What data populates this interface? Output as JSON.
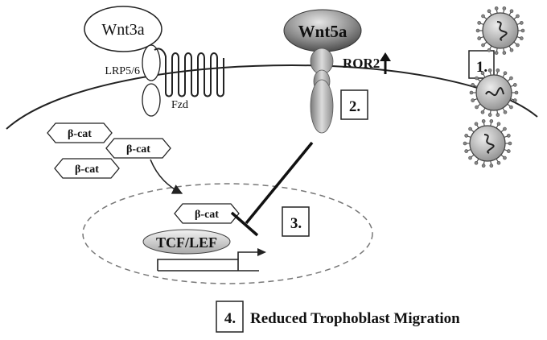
{
  "ligands": {
    "wnt3a": "Wnt3a",
    "wnt5a": "Wnt5a"
  },
  "receptors": {
    "lrp": "LRP5/6",
    "fzd": "Fzd",
    "ror2": "ROR2"
  },
  "beta_cat": {
    "label": "β-cat",
    "count_cytoplasm": 3,
    "count_nucleus": 1
  },
  "transcription": {
    "factor": "TCF/LEF"
  },
  "steps": {
    "s1": "1.",
    "s2": "2.",
    "s3": "3.",
    "s4": "4."
  },
  "outcome": {
    "text": "Reduced Trophoblast Migration"
  },
  "colors": {
    "line": "#222222",
    "nucleus_dash": "#777777"
  }
}
